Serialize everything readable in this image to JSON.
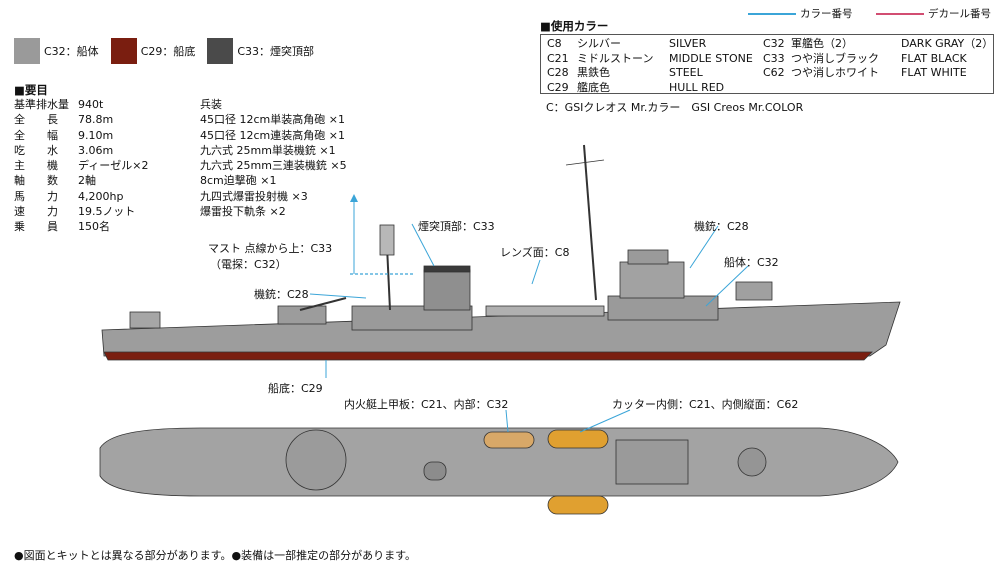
{
  "swatches": [
    {
      "label": "C32：船体",
      "color": "#9a9a9a"
    },
    {
      "label": "C29：船底",
      "color": "#7a1e10"
    },
    {
      "label": "C33：煙突頂部",
      "color": "#4a4a4a"
    }
  ],
  "specs_title": "■要目",
  "specs": [
    {
      "k": "基準排水量",
      "v": "940t"
    },
    {
      "k": "全　　長",
      "v": "78.8m"
    },
    {
      "k": "全　　幅",
      "v": "9.10m"
    },
    {
      "k": "吃　　水",
      "v": "3.06m"
    },
    {
      "k": "主　　機",
      "v": "ディーゼル×2"
    },
    {
      "k": "軸　　数",
      "v": "2軸"
    },
    {
      "k": "馬　　力",
      "v": "4,200hp"
    },
    {
      "k": "速　　力",
      "v": "19.5ノット"
    },
    {
      "k": "乗　　員",
      "v": "150名"
    }
  ],
  "armament": [
    "兵装",
    "45口径 12cm単装高角砲 ×1",
    "45口径 12cm連装高角砲 ×1",
    "九六式 25mm単装機銃 ×1",
    "九六式 25mm三連装機銃 ×5",
    "8cm迫撃砲 ×1",
    "九四式爆雷投射機 ×3",
    "爆雷投下軌条 ×2"
  ],
  "legend": {
    "color_no": "カラー番号",
    "decal_no": "デカール番号",
    "color_line": "#3ba5d8",
    "decal_line": "#d24d72"
  },
  "colors_title": "■使用カラー",
  "colors_left": [
    {
      "code": "C8",
      "jp": "シルバー",
      "en": "SILVER"
    },
    {
      "code": "C21",
      "jp": "ミドルストーン",
      "en": "MIDDLE STONE"
    },
    {
      "code": "C28",
      "jp": "黒鉄色",
      "en": "STEEL"
    },
    {
      "code": "C29",
      "jp": "艦底色",
      "en": "HULL RED"
    }
  ],
  "colors_right": [
    {
      "code": "C32",
      "jp": "軍艦色（2）",
      "en": "DARK GRAY（2）"
    },
    {
      "code": "C33",
      "jp": "つや消しブラック",
      "en": "FLAT BLACK"
    },
    {
      "code": "C62",
      "jp": "つや消しホワイト",
      "en": "FLAT WHITE"
    }
  ],
  "colors_note": "C：GSIクレオス Mr.カラー　GSI Creos Mr.COLOR",
  "callouts": {
    "funnel_top": "煙突頂部：C33",
    "lens": "レンズ面：C8",
    "mg_upper": "機銃：C28",
    "hull": "船体：C32",
    "mast1": "マスト 点線から上：C33",
    "mast2": "（電探：C32）",
    "mg_lower": "機銃：C28",
    "bottom": "船底：C29",
    "launch": "内火艇上甲板：C21、内部：C32",
    "cutter": "カッター内側：C21、内側縦面：C62"
  },
  "footer": "●図面とキットとは異なる部分があります。●装備は一部推定の部分があります。"
}
